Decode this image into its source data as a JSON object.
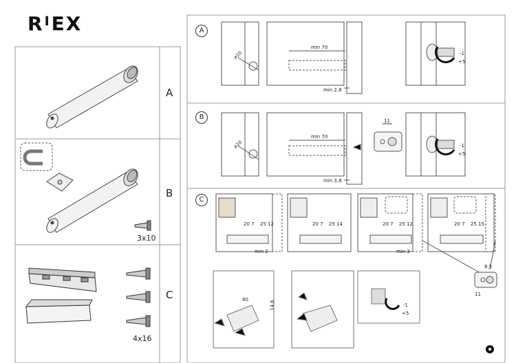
{
  "logo": {
    "left": "R",
    "mid": "I",
    "right": "EX"
  },
  "parts": [
    {
      "letter": "A"
    },
    {
      "letter": "B",
      "screw_size": "3x10"
    },
    {
      "letter": "C",
      "screw_size": "4x16"
    }
  ],
  "steps": {
    "A": {
      "label": "A",
      "drill_dia": "⌀10",
      "depth": "min 70",
      "offset": "min 2,8",
      "adj_minus": "-1",
      "adj_plus": "+5"
    },
    "B": {
      "label": "B",
      "drill_dia": "⌀10",
      "depth": "min 70",
      "offset": "min 3,8",
      "plate_w": "11",
      "adj_minus": "-1",
      "adj_plus": "+5"
    },
    "C": {
      "label": "C",
      "spacing_1": [
        "20",
        "7",
        "25",
        "12"
      ],
      "spacing_2": [
        "20",
        "7",
        "25",
        "14"
      ],
      "spacing_3": [
        "20",
        "7",
        "25",
        "12"
      ],
      "spacing_4": [
        "20",
        "7",
        "25",
        "15"
      ],
      "offset_a": "min 2",
      "offset_b": "min 3",
      "plate_h": "8,5",
      "plate_w": "11",
      "length": "80",
      "height": "14,6",
      "adj_minus": "-1",
      "adj_plus": "+5"
    }
  }
}
